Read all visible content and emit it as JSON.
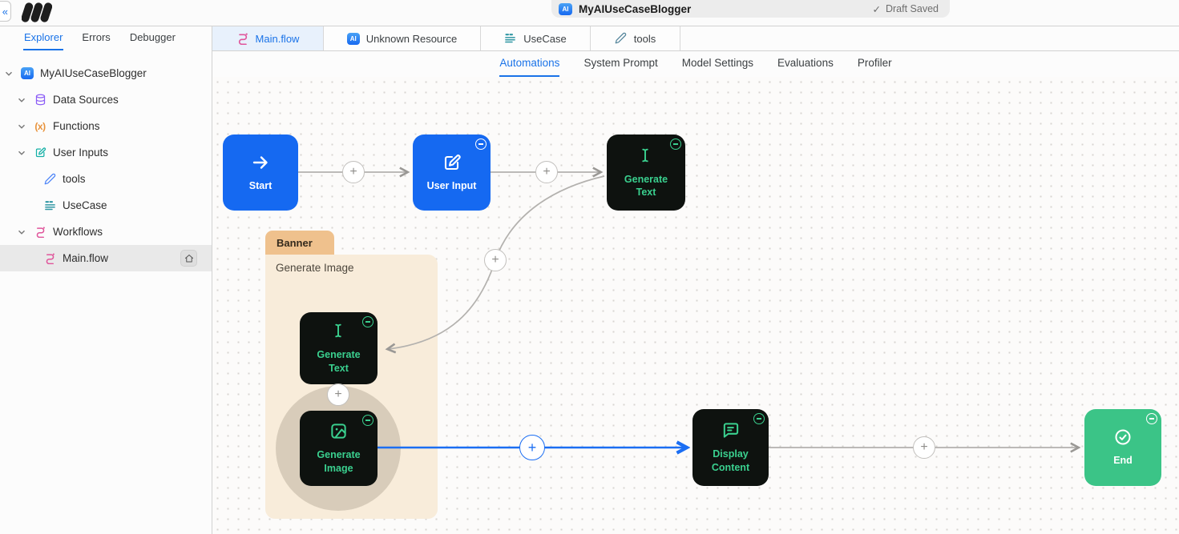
{
  "app": {
    "title": "MyAIUseCaseBlogger",
    "title_badge": "AI",
    "status": "Draft Saved"
  },
  "glyphs": {
    "plus": "+",
    "check": "✓",
    "functions": "(x)",
    "ai": "AI",
    "collapse": "«"
  },
  "colors": {
    "accent_blue": "#1a73e8",
    "node_blue": "#1569f1",
    "node_dark": "#0e120f",
    "node_green": "#3bc487",
    "node_accent_green": "#3ad08f",
    "edge_gray": "#b3b1ae",
    "edge_blue": "#1b6ef3",
    "group_tab": "#efc18d",
    "group_body": "#f8ecda",
    "workflow_pink": "#e0559b",
    "usecase_teal": "#2f96a3",
    "database_purple": "#8b5cf6",
    "function_orange": "#e8923a",
    "pencil_blue": "#4f86f7"
  },
  "sidebar": {
    "tabs": [
      {
        "label": "Explorer",
        "active": true
      },
      {
        "label": "Errors",
        "active": false
      },
      {
        "label": "Debugger",
        "active": false
      }
    ],
    "tree": [
      {
        "label": "MyAIUseCaseBlogger",
        "icon": "ai-badge",
        "level": 0,
        "expanded": true
      },
      {
        "label": "Data Sources",
        "icon": "database",
        "level": 1,
        "expanded": true
      },
      {
        "label": "Functions",
        "icon": "function",
        "level": 1,
        "expanded": true
      },
      {
        "label": "User Inputs",
        "icon": "edit",
        "level": 1,
        "expanded": true
      },
      {
        "label": "tools",
        "icon": "pencil",
        "level": 2
      },
      {
        "label": "UseCase",
        "icon": "usecase",
        "level": 2
      },
      {
        "label": "Workflows",
        "icon": "workflow",
        "level": 1,
        "expanded": true
      },
      {
        "label": "Main.flow",
        "icon": "workflow",
        "level": 2,
        "selected": true
      }
    ]
  },
  "editor_tabs": [
    {
      "label": "Main.flow",
      "icon": "workflow",
      "active": true
    },
    {
      "label": "Unknown Resource",
      "icon": "ai-badge",
      "active": false
    },
    {
      "label": "UseCase",
      "icon": "usecase",
      "active": false
    },
    {
      "label": "tools",
      "icon": "pencil",
      "active": false
    }
  ],
  "sub_tabs": [
    {
      "label": "Automations",
      "active": true
    },
    {
      "label": "System Prompt",
      "active": false
    },
    {
      "label": "Model Settings",
      "active": false
    },
    {
      "label": "Evaluations",
      "active": false
    },
    {
      "label": "Profiler",
      "active": false
    }
  ],
  "canvas": {
    "group": {
      "tab": "Banner",
      "label": "Generate Image"
    },
    "nodes": [
      {
        "id": "start",
        "label": "Start",
        "type": "start",
        "color": "blue"
      },
      {
        "id": "user-input",
        "label": "User Input",
        "type": "user-input",
        "color": "blue"
      },
      {
        "id": "generate-text-1",
        "label": "Generate Text",
        "type": "generate-text",
        "color": "dark"
      },
      {
        "id": "generate-text-2",
        "label": "Generate Text",
        "type": "generate-text",
        "color": "dark",
        "in_group": "Banner"
      },
      {
        "id": "generate-image",
        "label": "Generate Image",
        "type": "generate-image",
        "color": "dark",
        "in_group": "Banner",
        "selected": true
      },
      {
        "id": "display-content",
        "label": "Display Content",
        "type": "display-content",
        "color": "dark"
      },
      {
        "id": "end",
        "label": "End",
        "type": "end",
        "color": "green"
      }
    ],
    "edges": [
      {
        "from": "start",
        "to": "user-input",
        "color": "gray"
      },
      {
        "from": "user-input",
        "to": "generate-text-1",
        "color": "gray"
      },
      {
        "from": "generate-text-1",
        "to": "generate-text-2",
        "color": "gray",
        "curved": true
      },
      {
        "from": "generate-image",
        "to": "display-content",
        "color": "blue"
      },
      {
        "from": "display-content",
        "to": "end",
        "color": "gray"
      }
    ]
  }
}
